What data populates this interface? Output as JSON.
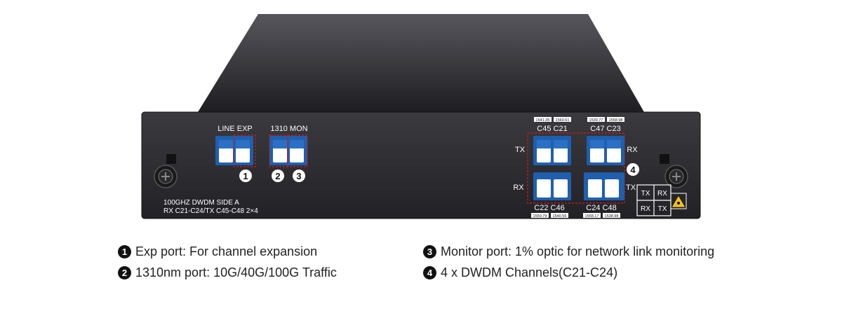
{
  "panel": {
    "group_line_exp": "LINE EXP",
    "group_1310_mon": "1310 MON",
    "module_line1": "100GHZ DWDM SIDE A",
    "module_line2": "RX C21-C24/TX C45-C48 2×4",
    "left_tx": "TX",
    "left_rx": "RX",
    "right_rx": "RX",
    "right_tx": "TX",
    "top_left_pair": {
      "label": "C45 C21",
      "wl_a": "1541.35",
      "wl_b": "1560.61"
    },
    "top_right_pair": {
      "label": "C47 C23",
      "wl_a": "1539.77",
      "wl_b": "1558.98"
    },
    "bottom_left_pair": {
      "label": "C22 C46",
      "wl_a": "1559.79",
      "wl_b": "1540.56"
    },
    "bottom_right_pair": {
      "label": "C24 C48",
      "wl_a": "1558.17",
      "wl_b": "1538.98"
    },
    "grid_tx_1": "TX",
    "grid_rx_1": "RX",
    "grid_rx_2": "RX",
    "grid_tx_2": "TX"
  },
  "callouts": {
    "c1": "1",
    "c2": "2",
    "c3": "3",
    "c4": "4"
  },
  "legend": [
    {
      "num": "1",
      "text": "Exp port: For channel expansion"
    },
    {
      "num": "2",
      "text": "1310nm port: 10G/40G/100G Traffic"
    },
    {
      "num": "3",
      "text": "Monitor port: 1% optic for network link monitoring"
    },
    {
      "num": "4",
      "text": "4 x DWDM Channels(C21-C24)"
    }
  ],
  "colors": {
    "chassis": "#2a2a2e",
    "port_blue": "#1f5fae",
    "callout_line": "#d21a1a",
    "warning": "#f2c21b"
  }
}
